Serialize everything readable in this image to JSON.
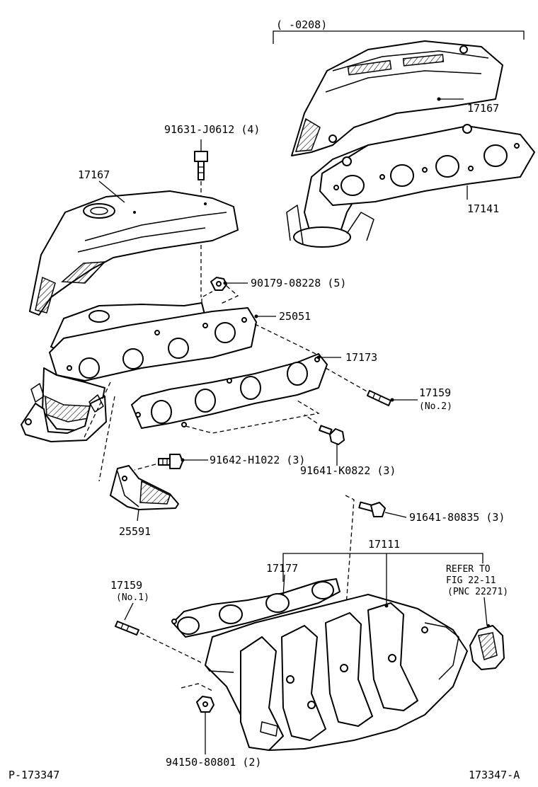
{
  "figure": {
    "bracket_label": "(      -0208)",
    "page_code_left": "P-173347",
    "page_code_right": "173347-A"
  },
  "callouts": {
    "heat_insulator_upper_a": "17167",
    "gasket_upper": "17141",
    "bolt_upper": "91631-J0612 (4)",
    "heat_insulator_left": "17167",
    "nut": "90179-08228 (5)",
    "exhaust_manifold": "25051",
    "gasket_exhaust": "17173",
    "stud_no2": "17159",
    "stud_no2_note": "(No.2)",
    "bolt_k0822": "91641-K0822 (3)",
    "bolt_h1022": "91642-H1022 (3)",
    "bracket": "25591",
    "bolt_80835": "91641-80835 (3)",
    "intake_manifold": "17111",
    "gasket_intake": "17177",
    "refer_line1": "REFER TO",
    "refer_line2": "FIG 22-11",
    "refer_line3": "(PNC 22271)",
    "stud_no1": "17159",
    "stud_no1_note": "(No.1)",
    "nut_80801": "94150-80801 (2)"
  }
}
